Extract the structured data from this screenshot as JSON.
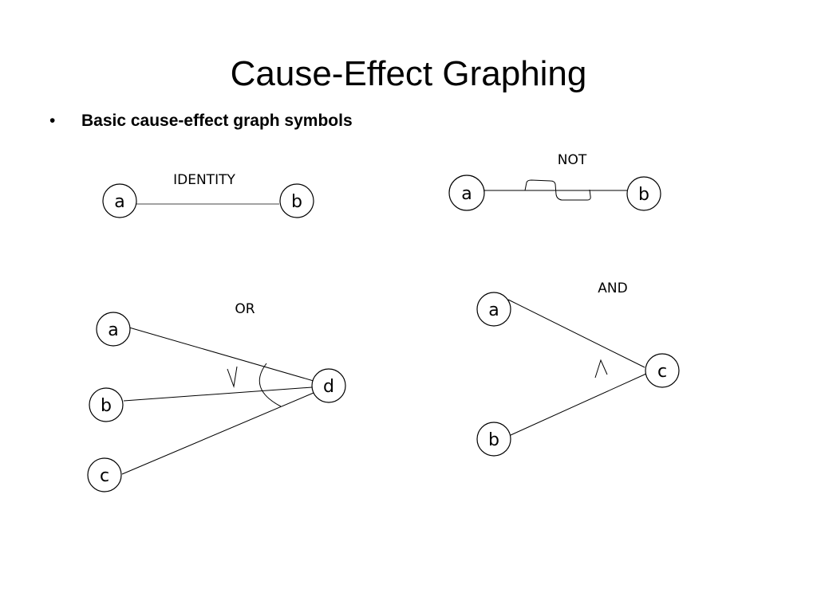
{
  "slide": {
    "title": "Cause-Effect Graphing",
    "bullet_marker": "•",
    "bullet_text": "Basic cause-effect graph symbols"
  },
  "diagrams": {
    "identity": {
      "label": "IDENTITY",
      "node_a": "a",
      "node_b": "b"
    },
    "not": {
      "label": "NOT",
      "node_a": "a",
      "node_b": "b"
    },
    "or": {
      "label": "OR",
      "node_a": "a",
      "node_b": "b",
      "node_c": "c",
      "node_d": "d",
      "symbol": "V"
    },
    "and": {
      "label": "AND",
      "node_a": "a",
      "node_b": "b",
      "node_c": "c",
      "symbol": "Λ"
    }
  }
}
